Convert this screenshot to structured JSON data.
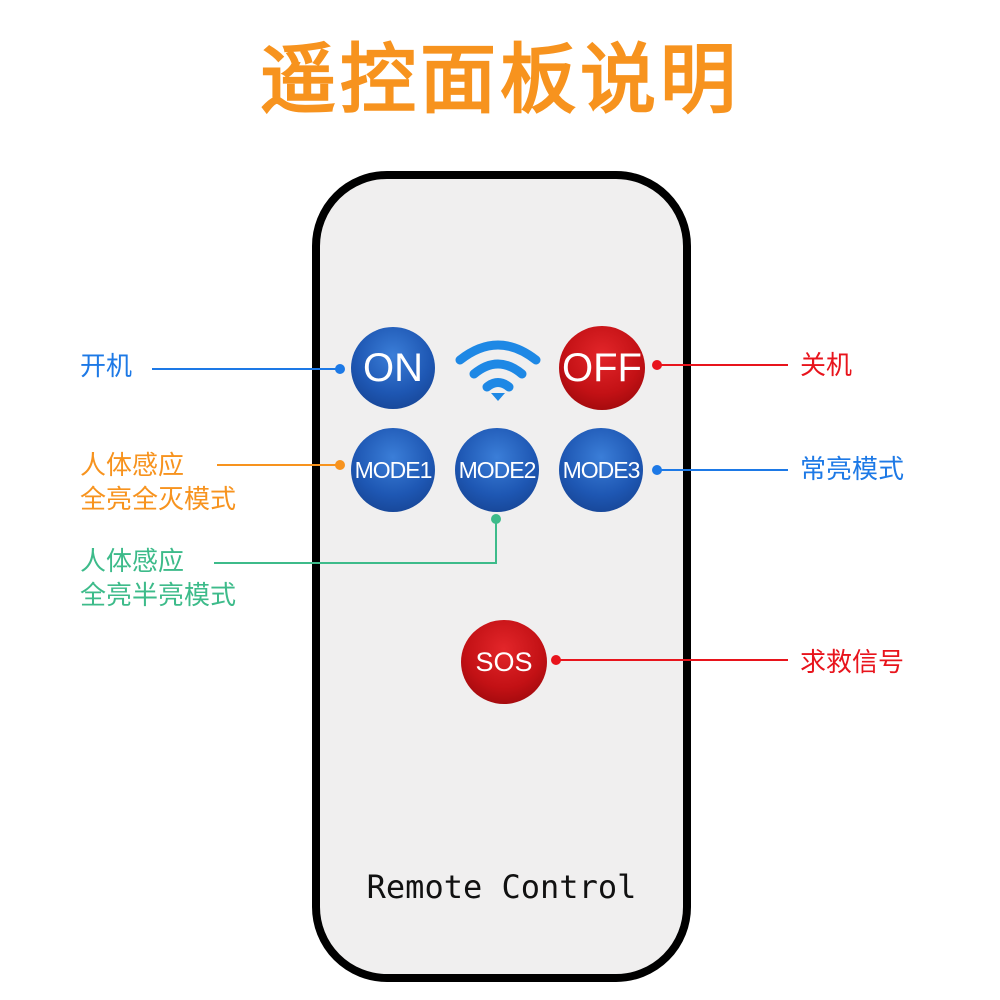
{
  "title": "遥控面板说明",
  "colors": {
    "title": "#f7931e",
    "blue": "#1d79e6",
    "red": "#e8141c",
    "orange": "#f7931e",
    "green": "#3dbb8a",
    "wifi": "#1e88e5"
  },
  "buttons": {
    "on": "ON",
    "off": "OFF",
    "mode1": "MODE1",
    "mode2": "MODE2",
    "mode3": "MODE3",
    "sos": "SOS"
  },
  "wifi_icon": "wifi-icon",
  "remote_label": "Remote Control",
  "labels": {
    "on": "开机",
    "off": "关机",
    "mode1_line1": "人体感应",
    "mode1_line2": "全亮全灭模式",
    "mode2_line1": "人体感应",
    "mode2_line2": "全亮半亮模式",
    "mode3": "常亮模式",
    "sos": "求救信号"
  }
}
